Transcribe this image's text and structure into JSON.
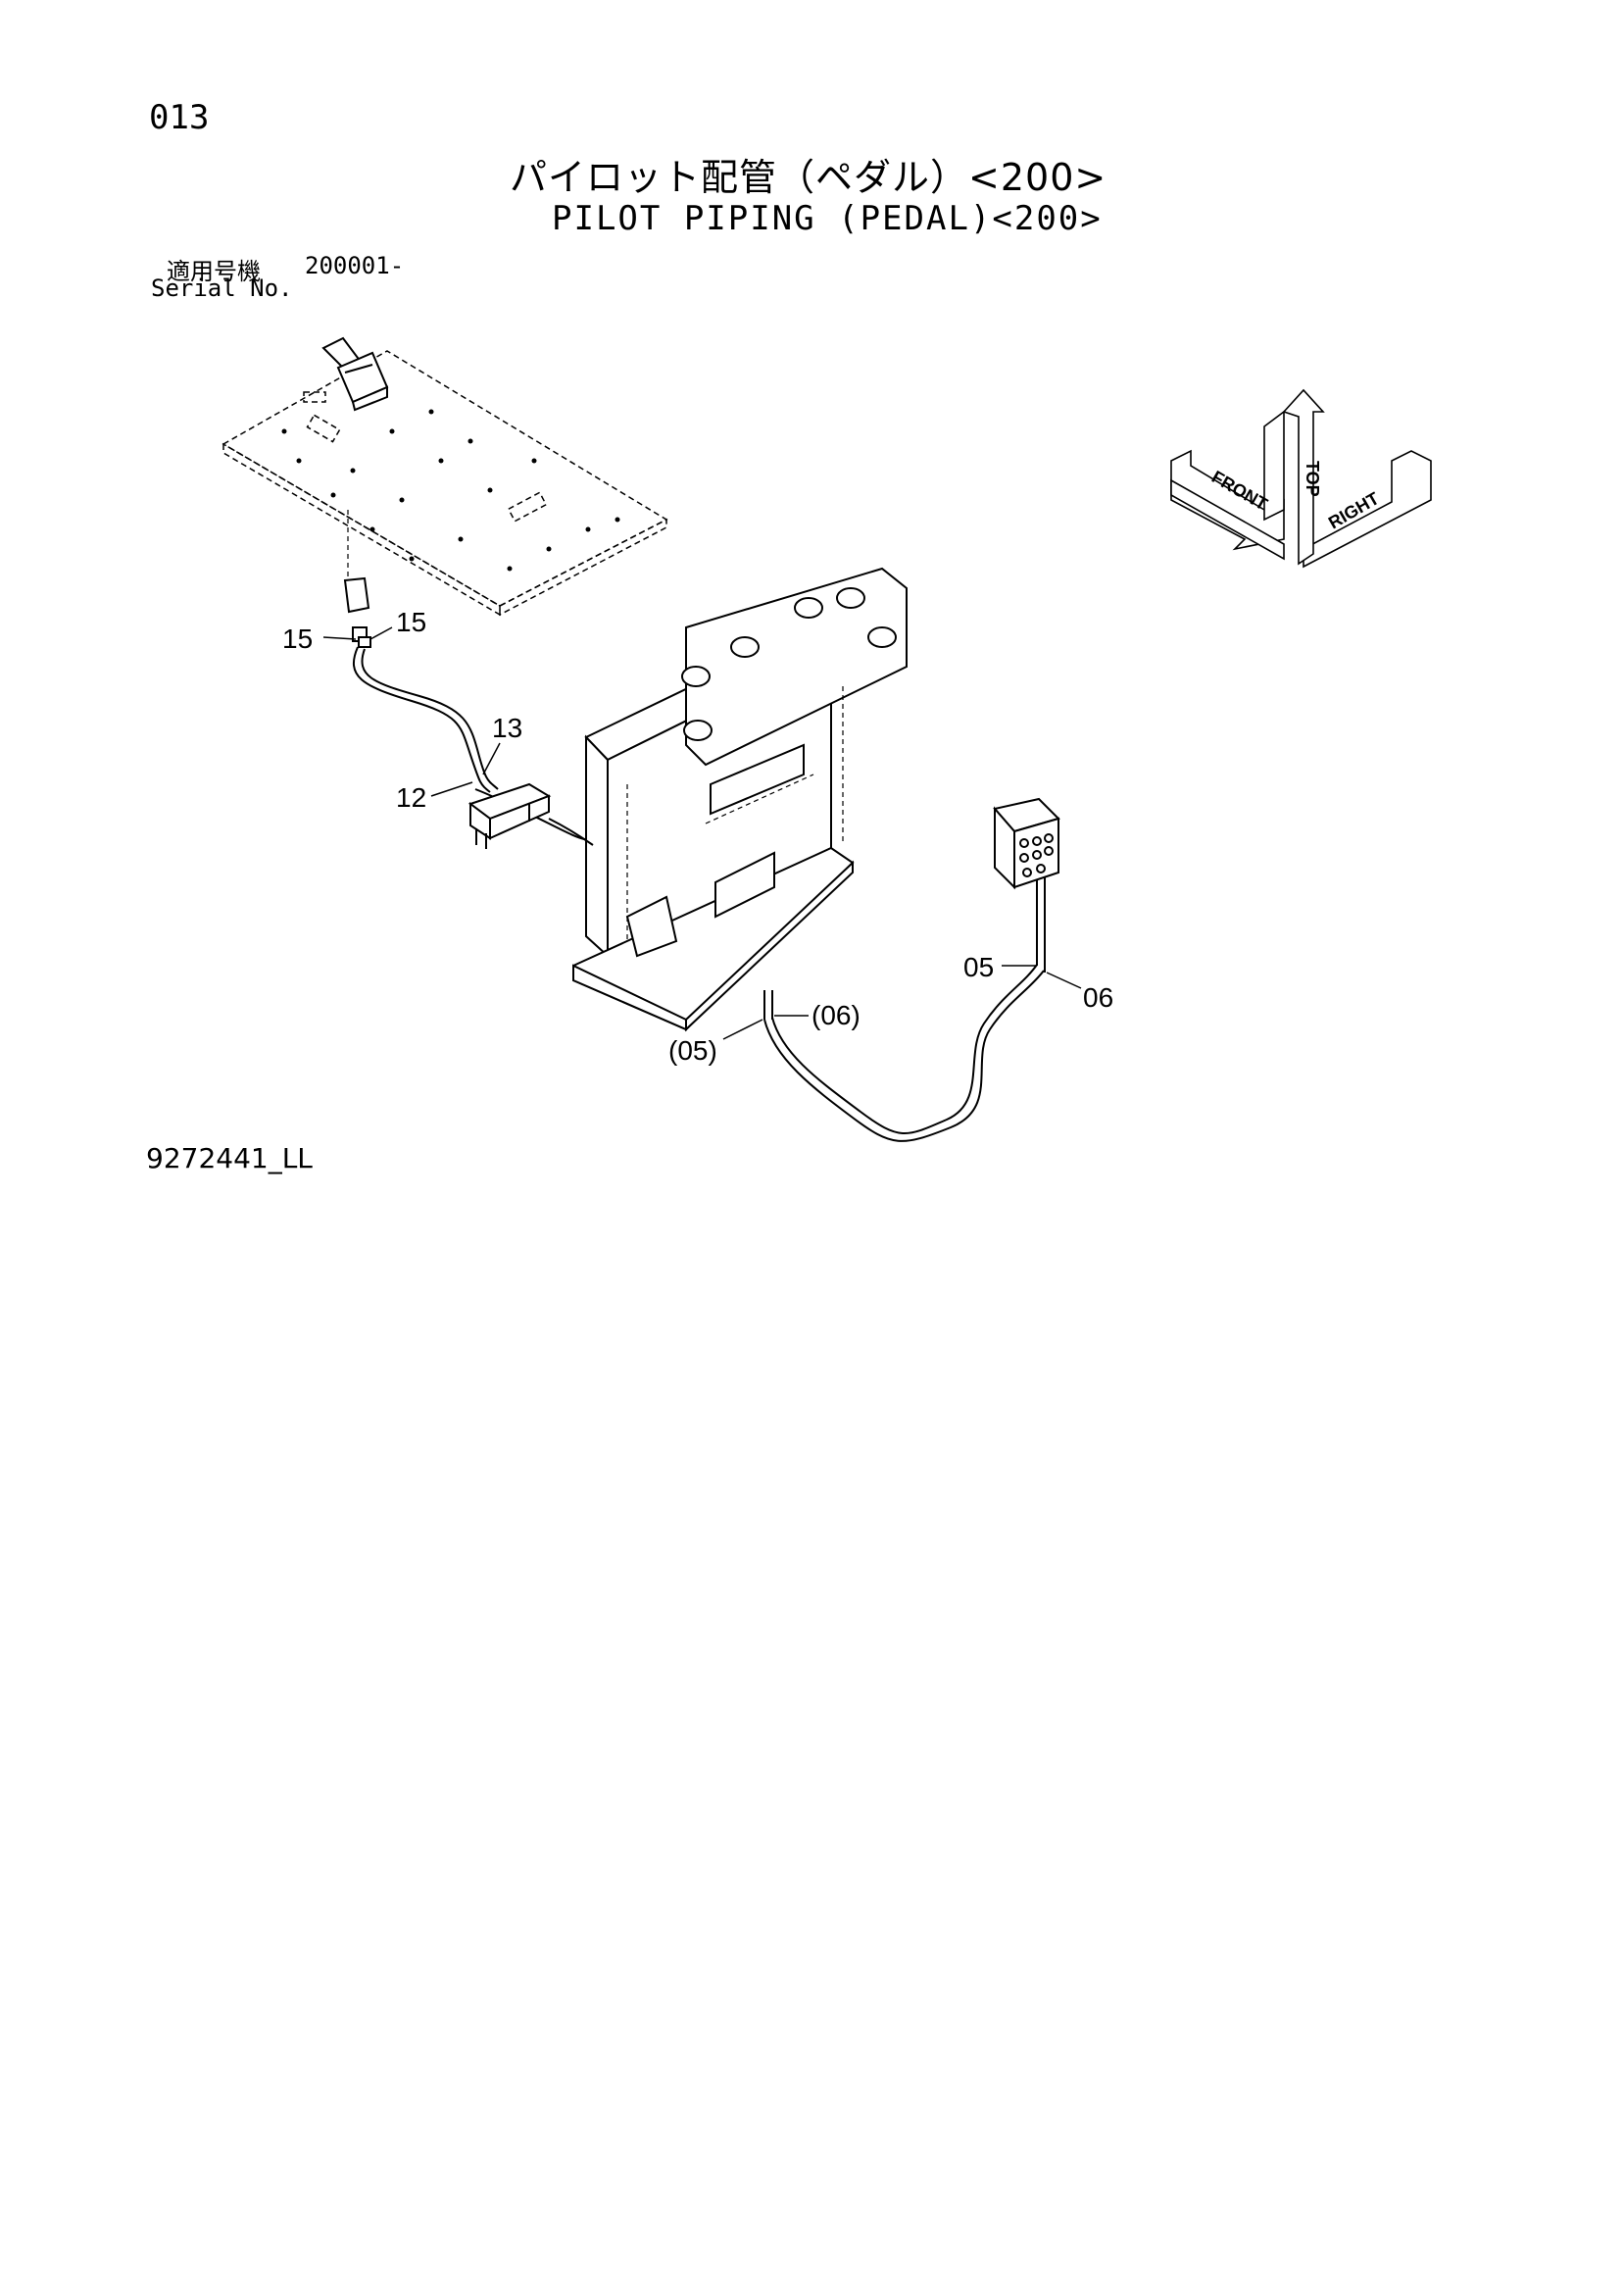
{
  "page_number": "013",
  "title_jp": "パイロット配管（ペダル）<200>",
  "title_en": "PILOT PIPING (PEDAL)<200>",
  "serial": {
    "label_jp": "適用号機",
    "value": "200001-",
    "label_en": "Serial No."
  },
  "drawing_id": "9272441_LL",
  "callouts": {
    "c15a": "15",
    "c15b": "15",
    "c13": "13",
    "c12": "12",
    "c05": "05",
    "c06": "06",
    "c05p": "(05)",
    "c06p": "(06)"
  },
  "orientation": {
    "front": "FRONT",
    "top": "TOP",
    "right": "RIGHT"
  }
}
